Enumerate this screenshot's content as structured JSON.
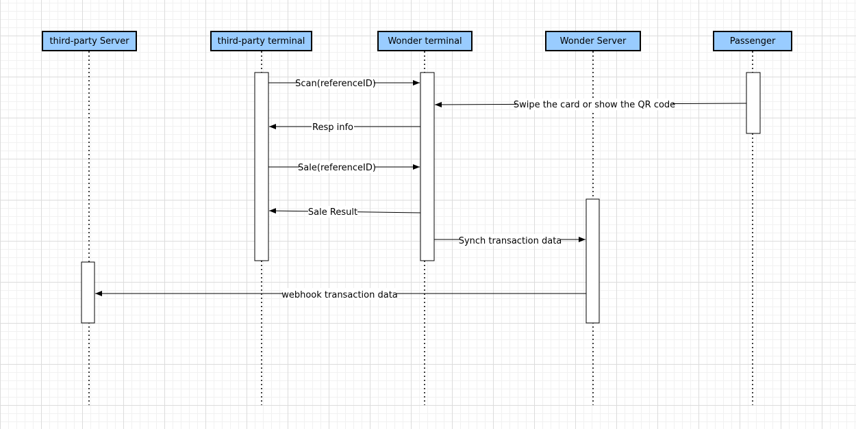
{
  "participants": [
    {
      "id": "third-party-server",
      "label": "third-party Server"
    },
    {
      "id": "third-party-terminal",
      "label": "third-party terminal"
    },
    {
      "id": "wonder-terminal",
      "label": "Wonder terminal"
    },
    {
      "id": "wonder-server",
      "label": "Wonder Server"
    },
    {
      "id": "passenger",
      "label": "Passenger"
    }
  ],
  "messages": [
    {
      "from": "third-party-terminal",
      "to": "wonder-terminal",
      "label": "Scan(referenceID)"
    },
    {
      "from": "passenger",
      "to": "wonder-terminal",
      "label": "Swipe the card or show the QR code"
    },
    {
      "from": "wonder-terminal",
      "to": "third-party-terminal",
      "label": "Resp info"
    },
    {
      "from": "third-party-terminal",
      "to": "wonder-terminal",
      "label": "Sale(referenceID)"
    },
    {
      "from": "wonder-terminal",
      "to": "third-party-terminal",
      "label": "Sale Result"
    },
    {
      "from": "wonder-terminal",
      "to": "wonder-server",
      "label": "Synch transaction data"
    },
    {
      "from": "wonder-server",
      "to": "third-party-server",
      "label": "webhook transaction data"
    }
  ],
  "colors": {
    "participant_fill": "#99ccff",
    "line": "#000000",
    "grid": "#dcdcdc"
  }
}
